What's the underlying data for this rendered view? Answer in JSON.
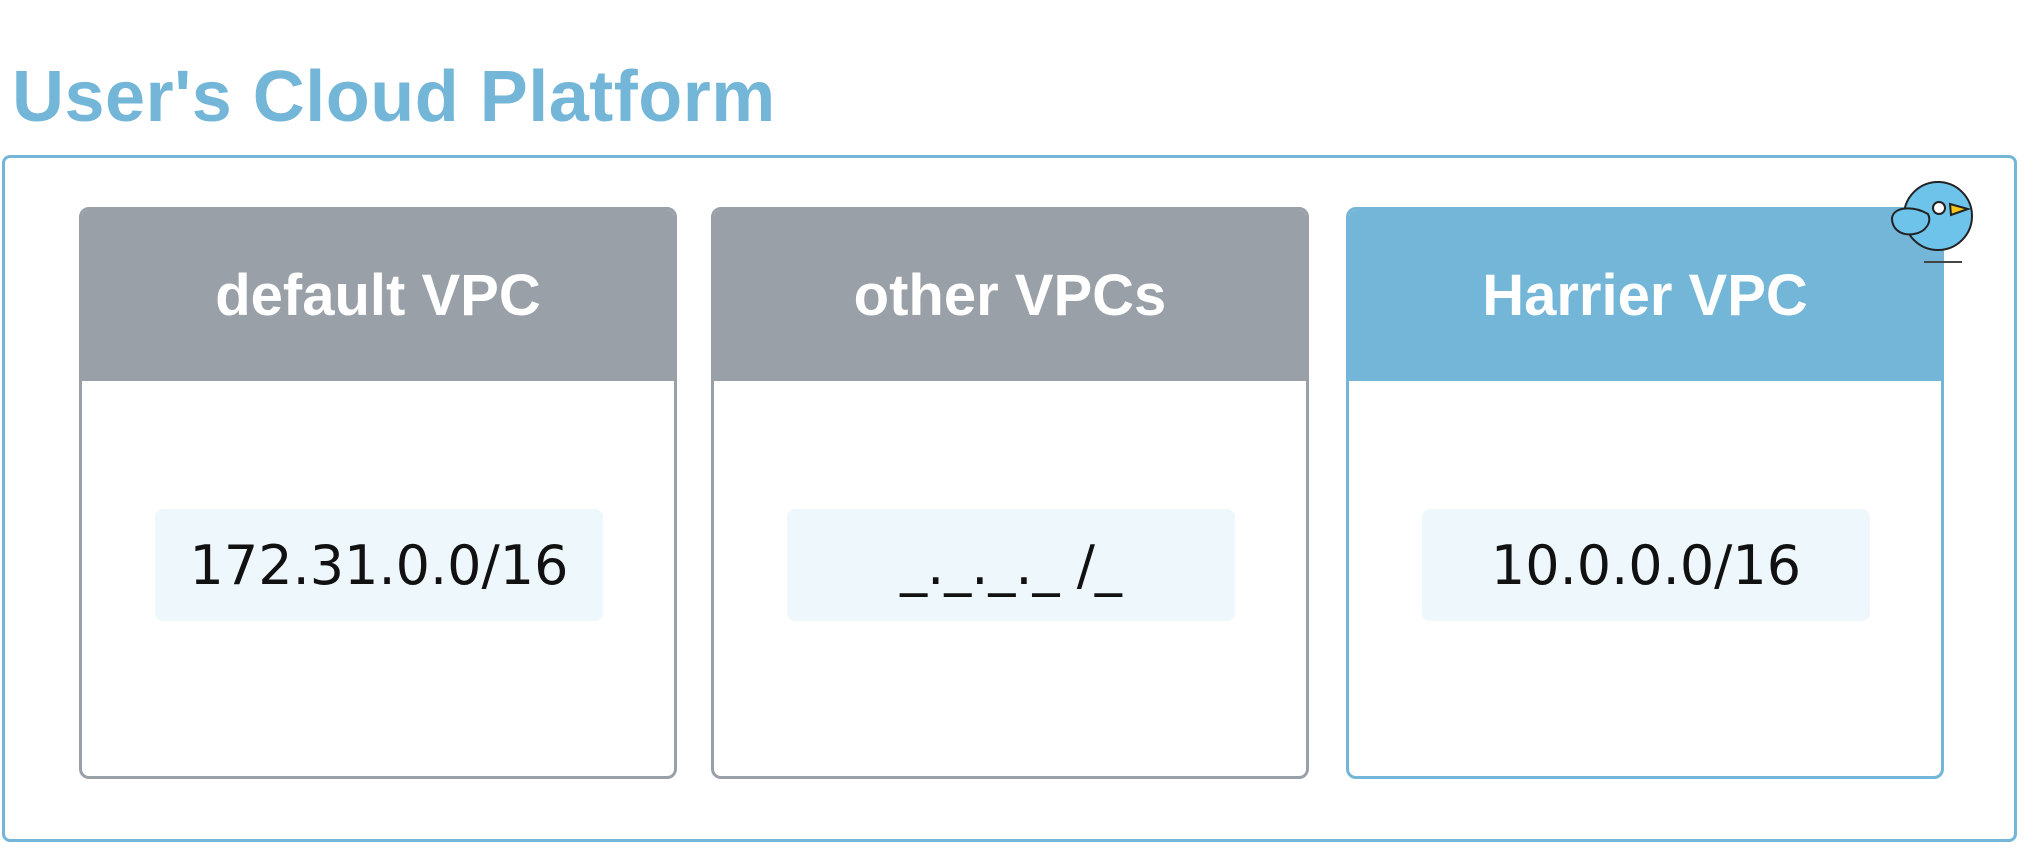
{
  "header": {
    "title": "User's Cloud Platform"
  },
  "platform": {
    "vpcs": [
      {
        "name": "default VPC",
        "cidr": "172.31.0.0/16",
        "highlighted": false
      },
      {
        "name": "other VPCs",
        "cidr": "_._._._ /_",
        "highlighted": false
      },
      {
        "name": "Harrier VPC",
        "cidr": "10.0.0.0/16",
        "highlighted": true
      }
    ]
  },
  "icons": {
    "logo": "harrier-bird-icon"
  },
  "colors": {
    "accent": "#74b6d8",
    "neutral": "#9aa0a8",
    "cidr_background": "#eef8fc",
    "bird_body": "#6ec3ea",
    "bird_beak": "#f2c41c"
  }
}
